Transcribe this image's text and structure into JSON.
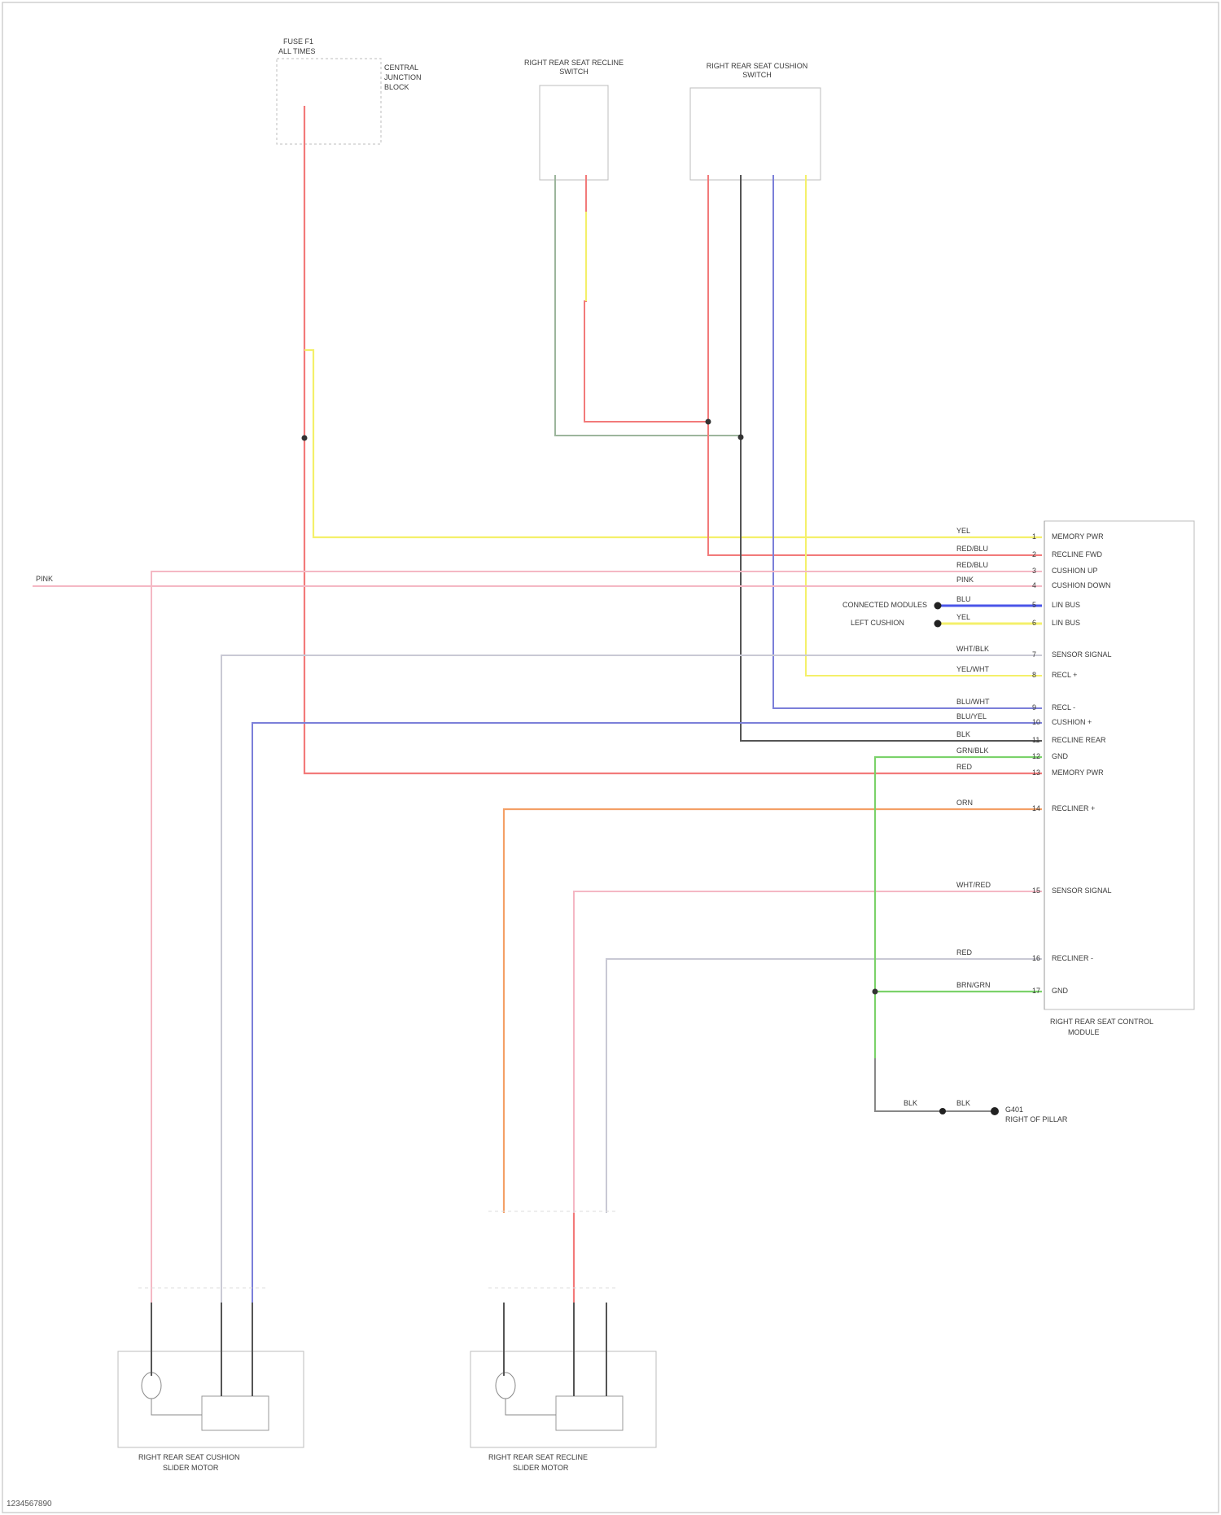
{
  "fuse": {
    "name": "FUSE F1",
    "rating": "ALL TIMES",
    "notes": [
      "CENTRAL",
      "JUNCTION",
      "BLOCK"
    ]
  },
  "right_recline_sw": {
    "name": "RIGHT REAR SEAT RECLINE SWITCH"
  },
  "right_cushion_sw": {
    "name": "RIGHT REAR SEAT CUSHION SWITCH"
  },
  "module": {
    "name_line1": "RIGHT REAR SEAT CONTROL",
    "name_line2": "MODULE",
    "pins": [
      {
        "num": "1",
        "func": "MEMORY PWR"
      },
      {
        "num": "2",
        "func": "RECLINE FWD"
      },
      {
        "num": "3",
        "func": "CUSHION UP"
      },
      {
        "num": "4",
        "func": "CUSHION DOWN"
      },
      {
        "num": "5",
        "func": "LIN BUS"
      },
      {
        "num": "6",
        "func": "LIN BUS"
      },
      {
        "num": "7",
        "func": "SENSOR SIGNAL"
      },
      {
        "num": "8",
        "func": "RECL +"
      },
      {
        "num": "9",
        "func": "RECL -"
      },
      {
        "num": "10",
        "func": "CUSHION +"
      },
      {
        "num": "11",
        "func": "RECLINE REAR"
      },
      {
        "num": "12",
        "func": "GND"
      },
      {
        "num": "13",
        "func": "MEMORY PWR"
      },
      {
        "num": "14",
        "func": "RECLINER +"
      },
      {
        "num": "15",
        "func": "SENSOR SIGNAL"
      },
      {
        "num": "16",
        "func": "RECLINER -"
      },
      {
        "num": "17",
        "func": "GND"
      }
    ],
    "pin_wire_labels": [
      "YEL",
      "RED/BLU",
      "RED/BLU",
      "PINK",
      "BLU",
      "YEL",
      "WHT/BLK",
      "YEL/WHT",
      "BLU/WHT",
      "BLU/YEL",
      "BLK",
      "GRN/BLK",
      "RED",
      "ORN",
      "WHT/RED",
      "RED",
      "BRN/GRN"
    ]
  },
  "lin_links": [
    "CONNECTED MODULES",
    "LEFT CUSHION"
  ],
  "ground": {
    "name": "G401",
    "location": "RIGHT OF PILLAR",
    "wire1": "BLK",
    "wire2": "BLK"
  },
  "motor_cushion": {
    "name_line1": "RIGHT REAR SEAT CUSHION",
    "name_line2": "SLIDER MOTOR"
  },
  "motor_recline": {
    "name_line1": "RIGHT REAR SEAT RECLINE",
    "name_line2": "SLIDER MOTOR"
  },
  "left_feed_label": "PINK",
  "wire_colors": {
    "red": "#f27a7a",
    "yellow": "#f4f06a",
    "pink": "#f4b8c4",
    "blue": "#7b7fd9",
    "gray": "#555555",
    "green": "#7bd26a",
    "orange": "#f4a066",
    "lightgray": "#c9c9d4",
    "magenta": "#d86aa0"
  },
  "figure_id": "1234567890"
}
